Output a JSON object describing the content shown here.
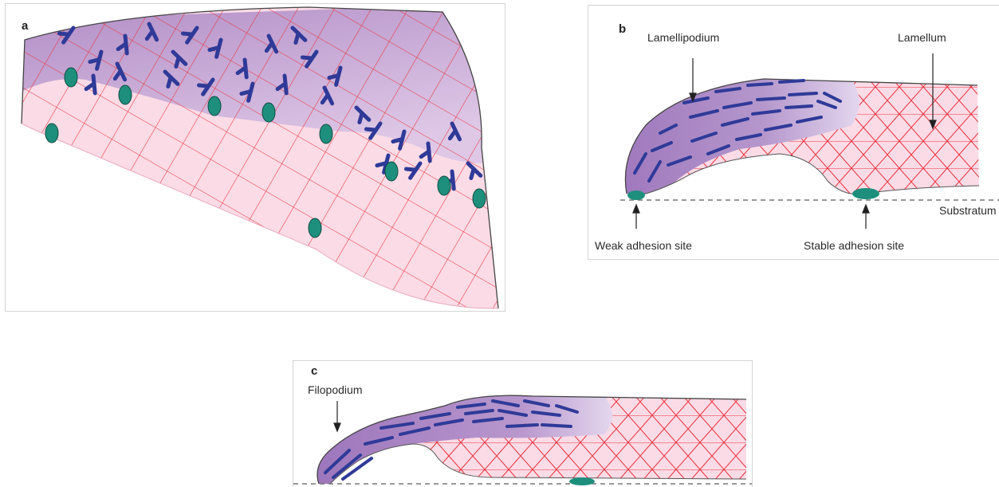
{
  "panels": {
    "a": {
      "letter": "a"
    },
    "b": {
      "letter": "b",
      "labels": {
        "lamellipodium": "Lamellipodium",
        "lamellum": "Lamellum",
        "substratum": "Substratum",
        "weak_adhesion": "Weak adhesion site",
        "stable_adhesion": "Stable adhesion site"
      }
    },
    "c": {
      "letter": "c",
      "labels": {
        "filopodium": "Filopodium"
      }
    }
  },
  "colors": {
    "cell_fill": "#fbdbe6",
    "lamellipodium_fill": "#b08bc6",
    "actin_mesh": "#e8323c",
    "branched_actin": "#2f3a98",
    "adhesion": "#1e8f7c",
    "outline": "#444444"
  }
}
